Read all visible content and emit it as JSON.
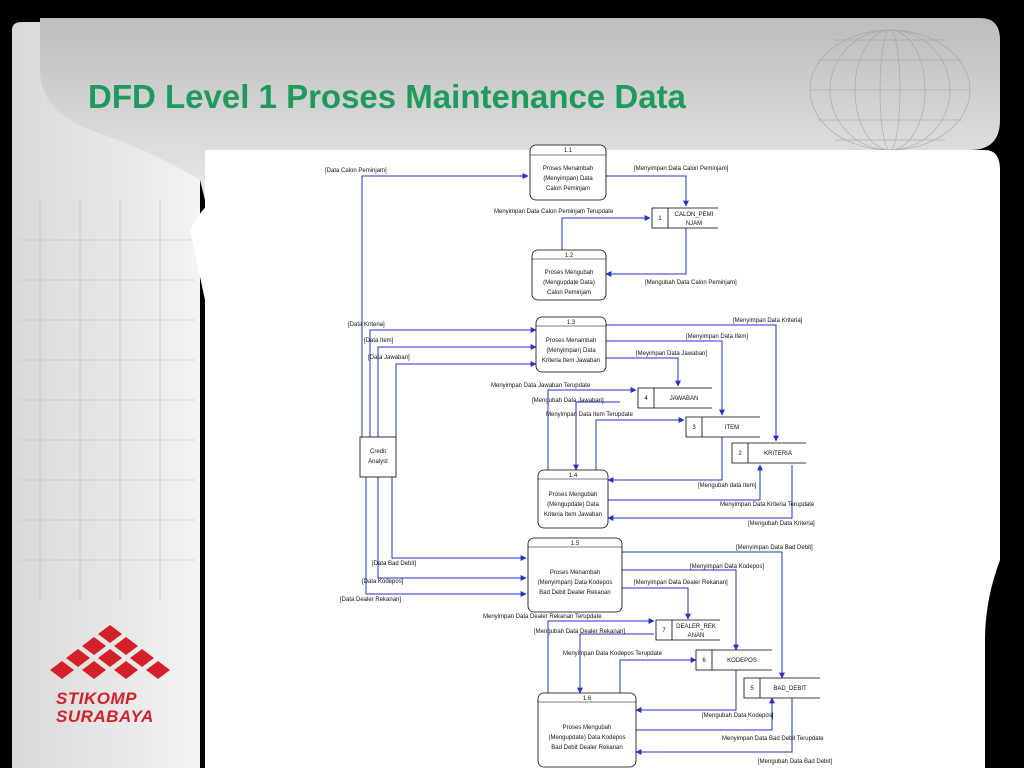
{
  "slide": {
    "title": "DFD Level 1 Proses Maintenance Data",
    "accent_color": "#1d9a5c",
    "line_color": "#2233cc"
  },
  "logo": {
    "line1": "STIKOMP",
    "line2": "SURABAYA",
    "color": "#d4202a"
  },
  "processes": {
    "p11": {
      "id": "1.1",
      "lines": [
        "Proses Menambah",
        "(Menyimpan) Data",
        "Calon Peminjam"
      ]
    },
    "p12": {
      "id": "1.2",
      "lines": [
        "Proses Mengubah",
        "(Mengupdate Data)",
        "Calon Peminjam"
      ]
    },
    "p13": {
      "id": "1.3",
      "lines": [
        "Proses Menambah",
        "(Menyimpan) Data",
        "Kriteria Item Jawaban"
      ]
    },
    "p14": {
      "id": "1.4",
      "lines": [
        "Proses Mengubah",
        "(Mengupdate) Data",
        "Kriteria Item Jawaban"
      ]
    },
    "p15": {
      "id": "1.5",
      "lines": [
        "Proses Menambah",
        "(Menyimpan) Data Kodepos",
        "Bad Debit Dealer Rekanan"
      ]
    },
    "p16": {
      "id": "1.6",
      "lines": [
        "Proses Mengubah",
        "(Mengupdate) Data Kodepos",
        "Bad Debit Dealer Rekanan"
      ]
    }
  },
  "entity": {
    "lines": [
      "Credit",
      "Analyst"
    ]
  },
  "stores": {
    "s1": {
      "num": "1",
      "lines": [
        "CALON_PEMI",
        "NJAM"
      ]
    },
    "s2": {
      "num": "2",
      "lines": [
        "KRITERIA"
      ]
    },
    "s3": {
      "num": "3",
      "lines": [
        "ITEM"
      ]
    },
    "s4": {
      "num": "4",
      "lines": [
        "JAWABAN"
      ]
    },
    "s5": {
      "num": "5",
      "lines": [
        "BAD_DEBIT"
      ]
    },
    "s6": {
      "num": "6",
      "lines": [
        "KODEPOS"
      ]
    },
    "s7": {
      "num": "7",
      "lines": [
        "DEALER_REK",
        "ANAN"
      ]
    }
  },
  "flows": {
    "f_calon_in": "[Data Calon Peminjam]",
    "f_simpan_calon": "[Menyimpan Data Calon Peminjam]",
    "f_calon_updated": "Menyimpan Data Calon Peminjam Terupdate",
    "f_ubah_calon": "[Mengubah Data Calon Peminjam]",
    "f_kriteria_in": "[Data Kriteria]",
    "f_item_in": "[Data Item]",
    "f_jawaban_in": "[Data Jawaban]",
    "f_simpan_kriteria": "[Menyimpan Data Kriteria]",
    "f_simpan_item": "[Menyimpan Data Item]",
    "f_simpan_jawaban": "[Meyimpan Data Jawaban]",
    "f_jawaban_updated": "Menyimpan Data Jawaban Terupdate",
    "f_ubah_jawaban": "[Mengubah Data Jawaban]",
    "f_item_updated": "Menyimpan Data Item Terupdate",
    "f_ubah_item": "[Mengubah data Item]",
    "f_kriteria_updated": "Menyimpan Data Kriteria Terupdate",
    "f_ubah_kriteria": "[Mengubah Data Kriteria]",
    "f_simpan_baddebit": "[Menyimpan Data Bad Debit]",
    "f_simpan_kodepos": "[Menyimpan Data Kodepos]",
    "f_simpan_dealer": "[Menyimpan Data Dealer Rekanan]",
    "f_baddebit_in": "[Data Bad Debit]",
    "f_kodepos_in": "[Data Kodepos]",
    "f_dealer_in": "[Data Dealer Rekanan]",
    "f_dealer_updated": "Menyimpan Data Dealer Rekanan Terupdate",
    "f_ubah_dealer": "[Mengubah Data Dealer Rekanan]",
    "f_kodepos_updated": "Menyimpan Data Kodepos Terupdate",
    "f_ubah_kodepos": "[Mengubah Data Kodepos]",
    "f_baddebit_updated": "Menyimpan Data Bad Debit Terupdate",
    "f_ubah_baddebit": "[Mengubah Data Bad Debit]"
  }
}
